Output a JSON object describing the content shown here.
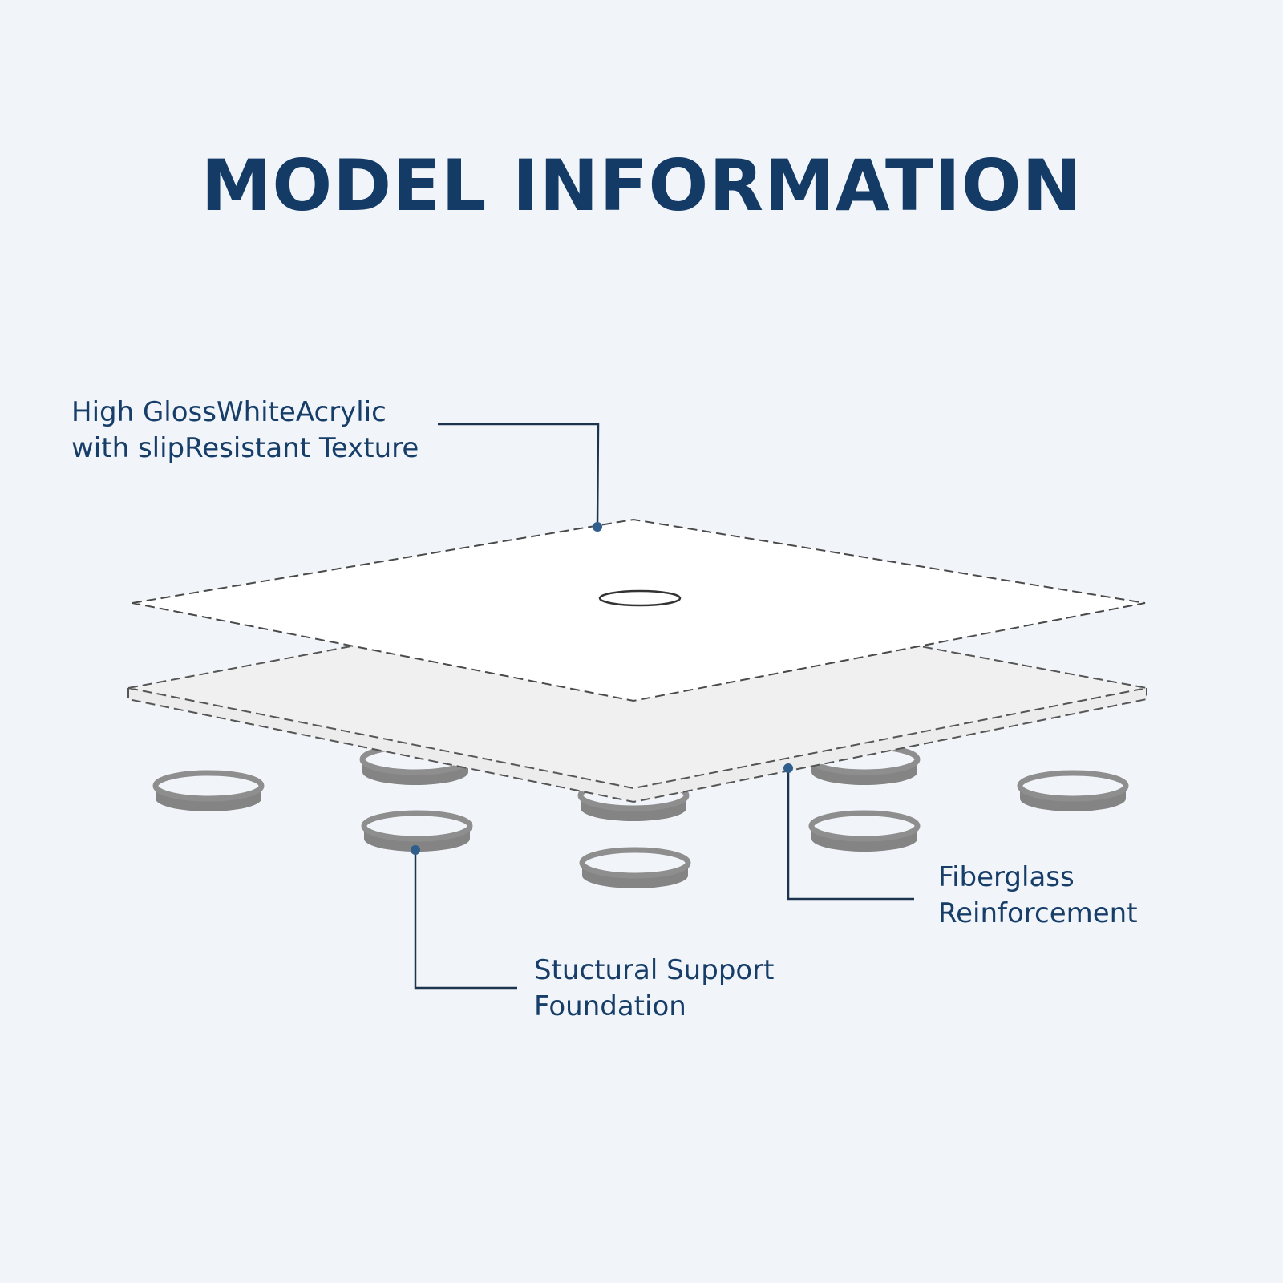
{
  "title": "MODEL INFORMATION",
  "callouts": {
    "acrylic": {
      "line1": "High GlossWhiteAcrylic",
      "line2": "with slipResistant Texture"
    },
    "fiberglass": {
      "line1": "Fiberglass",
      "line2": "Reinforcement"
    },
    "support": {
      "line1": "Stuctural Support",
      "line2": "Foundation"
    }
  },
  "colors": {
    "background": "#f1f5f9",
    "title": "#143a66",
    "label": "#173d69",
    "leader": "#1d3450",
    "dot": "#2f5d8c",
    "ring": "#8a8a8a"
  }
}
